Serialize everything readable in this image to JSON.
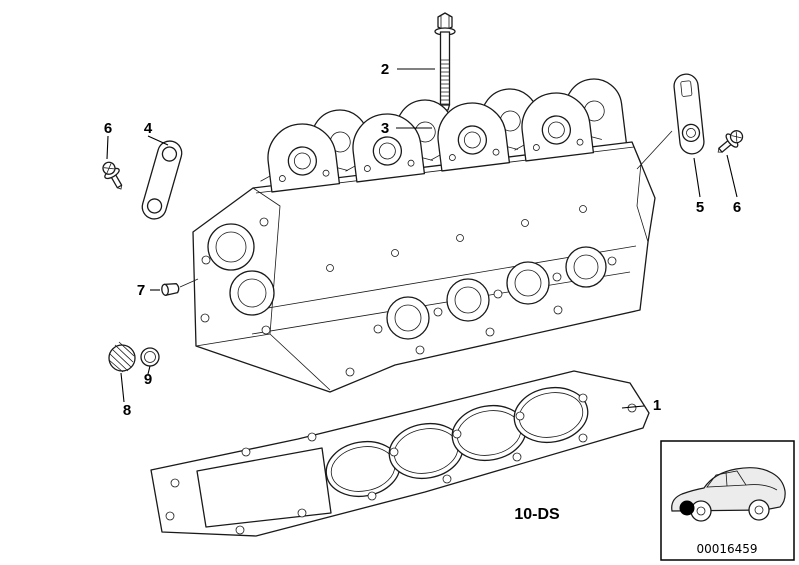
{
  "diagram": {
    "callouts": {
      "gasket": "1",
      "head_bolt": "2",
      "washer": "3",
      "bracket_left": "4",
      "bracket_right": "5",
      "screw_left": "6",
      "screw_right": "6",
      "sealing_plug": "7",
      "screw_plug": "8",
      "seal_ring": "9"
    },
    "section_code": "10-DS",
    "part_number": "00016459",
    "colors": {
      "line": "#1a1a1a",
      "background": "#ffffff"
    }
  }
}
